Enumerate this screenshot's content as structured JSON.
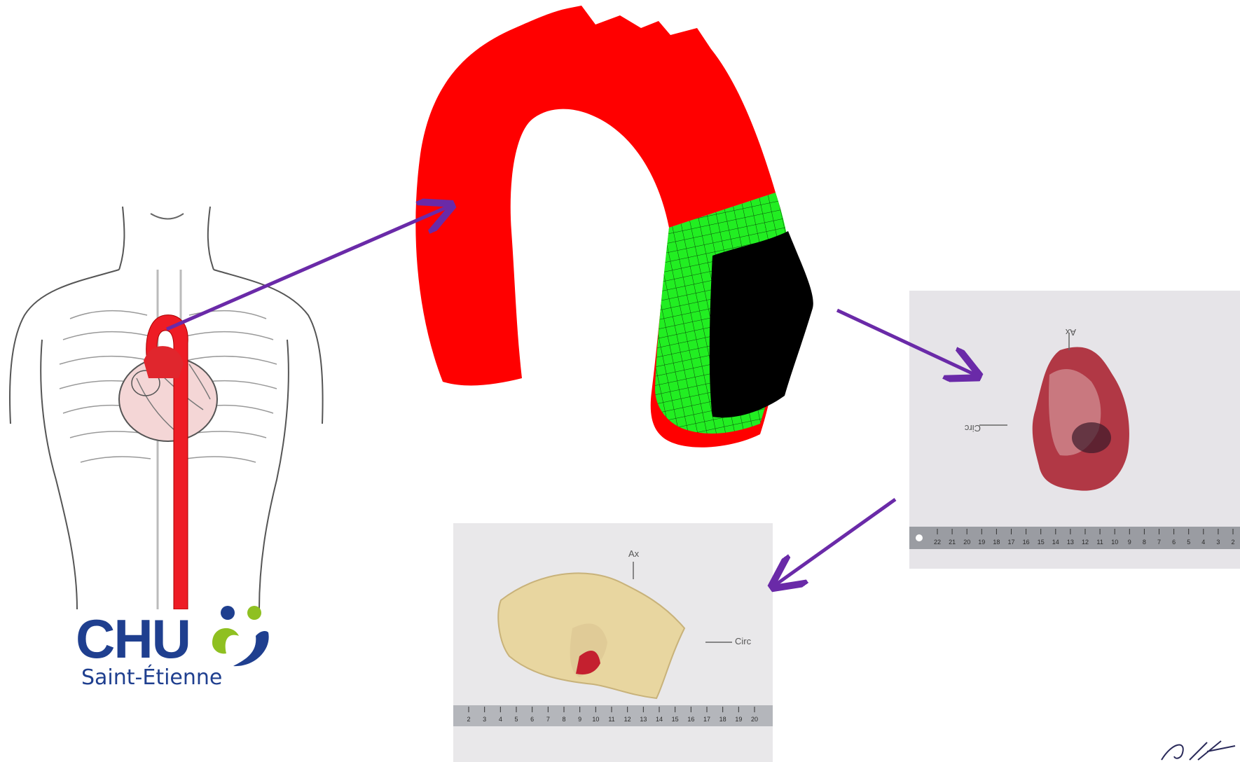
{
  "logo": {
    "name": "CHU",
    "city": "Saint-Étienne"
  },
  "photos": {
    "raw": {
      "axis_ax": "Ax",
      "axis_circ": "Circ"
    },
    "cleaned": {
      "axis_ax": "Ax",
      "axis_circ": "Circ"
    }
  },
  "ruler_raw": [
    "22",
    "21",
    "20",
    "19",
    "18",
    "17",
    "16",
    "15",
    "14",
    "13",
    "12",
    "11",
    "10",
    "9",
    "8",
    "7",
    "6",
    "5",
    "4",
    "3",
    "2"
  ],
  "ruler_cleaned": [
    "2",
    "3",
    "4",
    "5",
    "6",
    "7",
    "8",
    "9",
    "10",
    "11",
    "12",
    "13",
    "14",
    "15",
    "16",
    "17",
    "18",
    "19",
    "20"
  ],
  "colors": {
    "arrow": "#6a2aa8",
    "aorta_fill": "#ff0000",
    "mesh": "#22ee22",
    "mesh_lines": "#0a4a0a",
    "region": "#000000",
    "logo_blue": "#1f3f8f",
    "logo_green": "#8fc021"
  }
}
